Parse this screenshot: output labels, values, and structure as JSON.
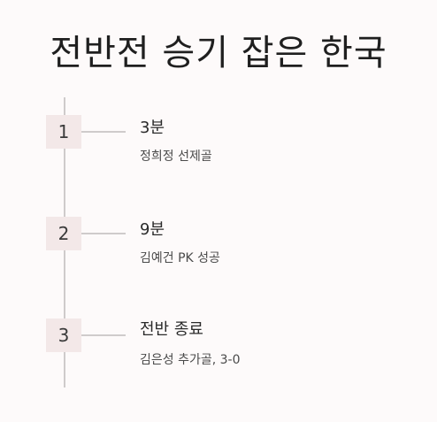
{
  "title": "전반전 승기 잡은 한국",
  "events": [
    {
      "number": "1",
      "time": "3분",
      "description": "정희정 선제골"
    },
    {
      "number": "2",
      "time": "9분",
      "description": "김예건 PK 성공"
    },
    {
      "number": "3",
      "time": "전반 종료",
      "description": "김은성 추가골, 3-0"
    }
  ]
}
